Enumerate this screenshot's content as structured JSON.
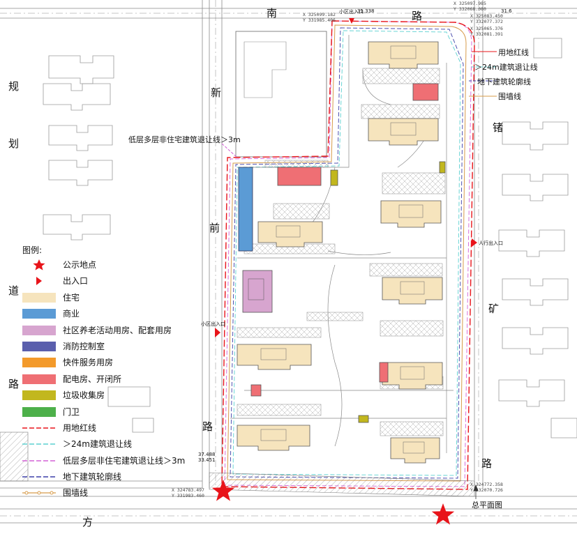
{
  "roads": {
    "south_road": [
      "南",
      "路"
    ],
    "west_road": [
      "规",
      "划",
      "新",
      "前",
      "路"
    ],
    "west_road_lower": [
      "道",
      "路"
    ],
    "east_road": [
      "锗",
      "矿",
      "路"
    ],
    "bottom_road": [
      "方"
    ]
  },
  "callouts": {
    "red_line": "用地红线",
    "setback_24m": "＞24m建筑退让线",
    "underground": "地下建筑轮廓线",
    "wall": "围墙线",
    "low_rise": "低层多层非住宅建筑退让线＞3m"
  },
  "legend": {
    "title": "图例:",
    "items": [
      {
        "id": "star",
        "label": "公示地点",
        "kind": "star",
        "color": "#e8141a"
      },
      {
        "id": "entrance",
        "label": "出入口",
        "kind": "triangle",
        "color": "#e8141a"
      },
      {
        "id": "residential",
        "label": "住宅",
        "kind": "fill",
        "color": "#f6e4bd"
      },
      {
        "id": "commercial",
        "label": "商业",
        "kind": "fill",
        "color": "#5b9bd5"
      },
      {
        "id": "community",
        "label": "社区养老活动用房、配套用房",
        "kind": "fill",
        "color": "#d7a5cf"
      },
      {
        "id": "fire",
        "label": "消防控制室",
        "kind": "fill",
        "color": "#5a5fad"
      },
      {
        "id": "express",
        "label": "快件服务用房",
        "kind": "fill",
        "color": "#f39a2b"
      },
      {
        "id": "power",
        "label": "配电房、开闭所",
        "kind": "fill",
        "color": "#ef6f74"
      },
      {
        "id": "garbage",
        "label": "垃圾收集房",
        "kind": "fill",
        "color": "#c2b71e"
      },
      {
        "id": "guard",
        "label": "门卫",
        "kind": "fill",
        "color": "#4db04a"
      },
      {
        "id": "line_red",
        "label": "用地红线",
        "kind": "dash",
        "color": "#e8141a"
      },
      {
        "id": "line_24m",
        "label": "＞24m建筑退让线",
        "kind": "dash",
        "color": "#5ad0d0"
      },
      {
        "id": "line_low",
        "label": "低层多层非住宅建筑退让线＞3m",
        "kind": "dash",
        "color": "#d460d6"
      },
      {
        "id": "line_under",
        "label": "地下建筑轮廓线",
        "kind": "dash",
        "color": "#3c3fa8"
      },
      {
        "id": "line_wall",
        "label": "围墙线",
        "kind": "wall",
        "color": "#d79b4a"
      }
    ]
  },
  "coordinates": {
    "top_left_x": "X  325099.182",
    "top_left_y": "Y  331985.406",
    "top_right_x": "X  325097.985",
    "top_right_y": "Y  332068.080",
    "right1_x": "X  325083.450",
    "right1_y": "Y  332077.372",
    "right2_x": "X  325065.376",
    "right2_y": "Y  332081.391",
    "bottom_left_x": "X  324783.497",
    "bottom_left_y": "Y  331983.460",
    "bottom_right_x": "X  324772.358",
    "bottom_right_y": "Y  332070.726"
  },
  "elevations": {
    "top_gate": "31.338",
    "top_right": "31.6",
    "left_low_1": "37.488",
    "left_low_2": "33.451"
  },
  "labels": {
    "entrance_east": "人行出入口",
    "entrance_west": "小区出入口",
    "entrance_top": "小区出入口"
  },
  "drawing_title": "总平面图"
}
